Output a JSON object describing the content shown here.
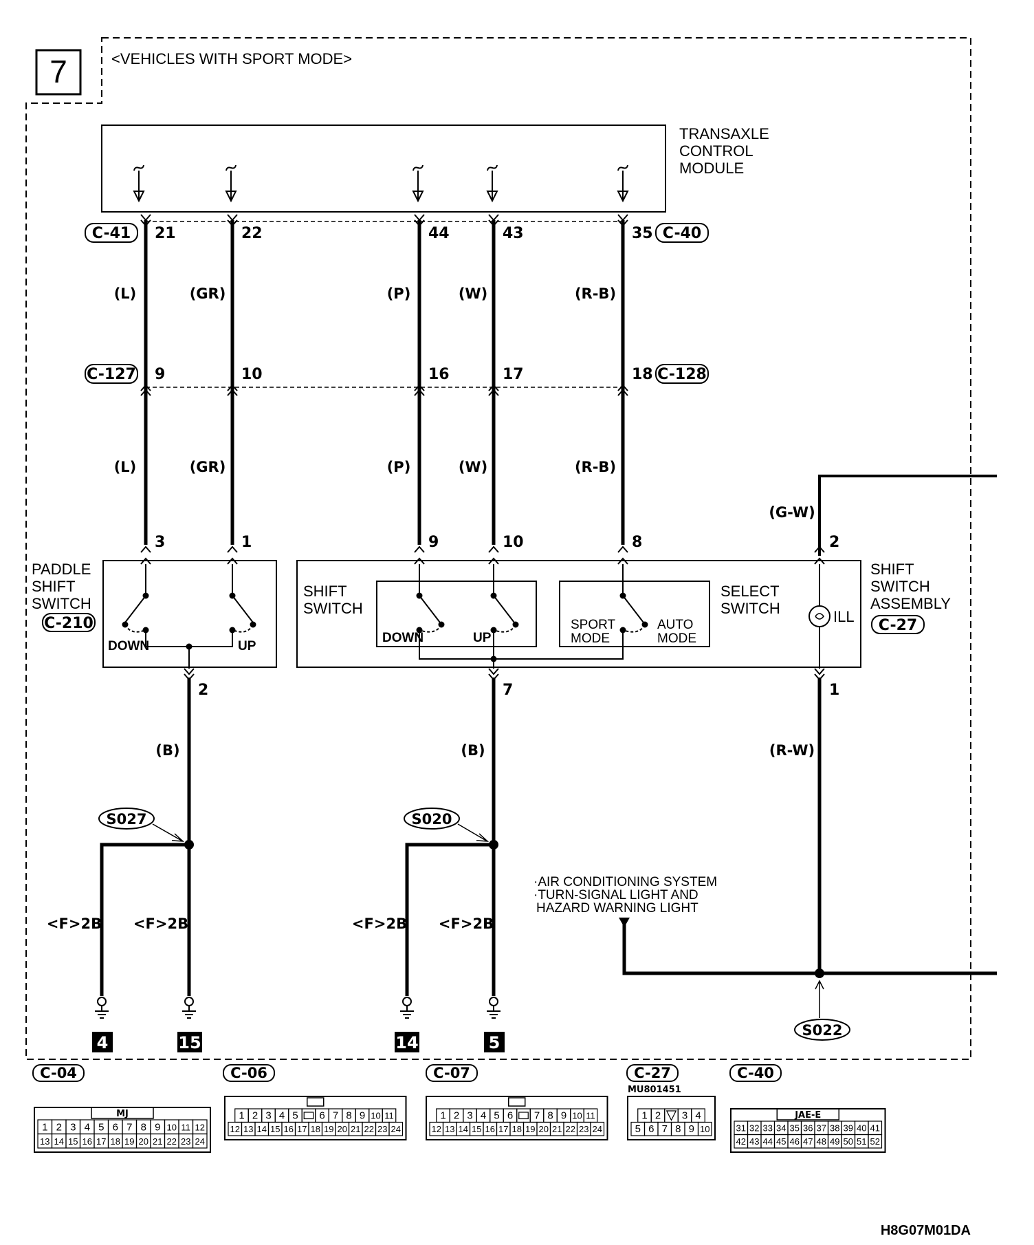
{
  "page": {
    "section_number": "7",
    "header": "<VEHICLES WITH SPORT MODE>",
    "footer_code": "H8G07M01DA"
  },
  "module": {
    "title_line1": "TRANSAXLE",
    "title_line2": "CONTROL",
    "title_line3": "MODULE",
    "connector_left": "C-41",
    "connector_right": "C-40"
  },
  "wires": [
    {
      "top_pin": "21",
      "color": "(L)",
      "mid_pin": "9",
      "bottom_pin": "3"
    },
    {
      "top_pin": "22",
      "color": "(GR)",
      "mid_pin": "10",
      "bottom_pin": "1"
    },
    {
      "top_pin": "44",
      "color": "(P)",
      "mid_pin": "16",
      "bottom_pin": "9"
    },
    {
      "top_pin": "43",
      "color": "(W)",
      "mid_pin": "17",
      "bottom_pin": "10"
    },
    {
      "top_pin": "35",
      "color": "(R-B)",
      "mid_pin": "18",
      "bottom_pin": "8"
    }
  ],
  "mid_connectors": {
    "left": "C-127",
    "right": "C-128"
  },
  "paddle_switch": {
    "title_line1": "PADDLE",
    "title_line2": "SHIFT",
    "title_line3": "SWITCH",
    "connector": "C-210",
    "down_label": "DOWN",
    "up_label": "UP",
    "out_pin": "2",
    "out_wire": "(B)",
    "splice": "S027",
    "ground_label": "<F>2B",
    "grounds": [
      "4",
      "15"
    ]
  },
  "shift_assembly": {
    "title_line1": "SHIFT",
    "title_line2": "SWITCH",
    "title_line3": "ASSEMBLY",
    "connector": "C-27",
    "shift_switch_line1": "SHIFT",
    "shift_switch_line2": "SWITCH",
    "select_switch_line1": "SELECT",
    "select_switch_line2": "SWITCH",
    "down_label": "DOWN",
    "up_label": "UP",
    "sport_line1": "SPORT",
    "sport_line2": "MODE",
    "auto_line1": "AUTO",
    "auto_line2": "MODE",
    "ill_label": "ILL",
    "out_pin": "7",
    "out_wire": "(B)",
    "splice": "S020",
    "ground_label": "<F>2B",
    "grounds": [
      "14",
      "5"
    ],
    "ill_top_pin": "2",
    "ill_top_wire": "(G-W)",
    "ill_bottom_pin": "1",
    "ill_bottom_wire": "(R-W)"
  },
  "ill_feed": {
    "note_line1": "·AIR CONDITIONING SYSTEM",
    "note_line2": "·TURN-SIGNAL LIGHT AND",
    "note_line3": "HAZARD WARNING LIGHT",
    "splice": "S022"
  },
  "connector_views": [
    {
      "name": "C-04",
      "tag": "MJ",
      "row1": [
        "1",
        "2",
        "3",
        "4",
        "5",
        "6",
        "7",
        "8",
        "9",
        "10",
        "11",
        "12"
      ],
      "row2": [
        "13",
        "14",
        "15",
        "16",
        "17",
        "18",
        "19",
        "20",
        "21",
        "22",
        "23",
        "24"
      ]
    },
    {
      "name": "C-06",
      "tag": "",
      "row1": [
        "1",
        "2",
        "3",
        "4",
        "5",
        "",
        "6",
        "7",
        "8",
        "9",
        "10",
        "11"
      ],
      "row2": [
        "12",
        "13",
        "14",
        "15",
        "16",
        "17",
        "18",
        "19",
        "20",
        "21",
        "22",
        "23",
        "24"
      ]
    },
    {
      "name": "C-07",
      "tag": "",
      "row1": [
        "1",
        "2",
        "3",
        "4",
        "5",
        "6",
        "",
        "7",
        "8",
        "9",
        "10",
        "11"
      ],
      "row2": [
        "12",
        "13",
        "14",
        "15",
        "16",
        "17",
        "18",
        "19",
        "20",
        "21",
        "22",
        "23",
        "24"
      ]
    },
    {
      "name": "C-27",
      "tag": "MU801451",
      "row1": [
        "1",
        "2",
        "",
        "3",
        "4"
      ],
      "row2": [
        "5",
        "6",
        "7",
        "8",
        "9",
        "10"
      ]
    },
    {
      "name": "C-40",
      "tag": "JAE-E",
      "row1": [
        "31",
        "32",
        "33",
        "34",
        "35",
        "36",
        "37",
        "38",
        "39",
        "40",
        "41"
      ],
      "row2": [
        "42",
        "43",
        "44",
        "45",
        "46",
        "47",
        "48",
        "49",
        "50",
        "51",
        "52"
      ]
    }
  ]
}
